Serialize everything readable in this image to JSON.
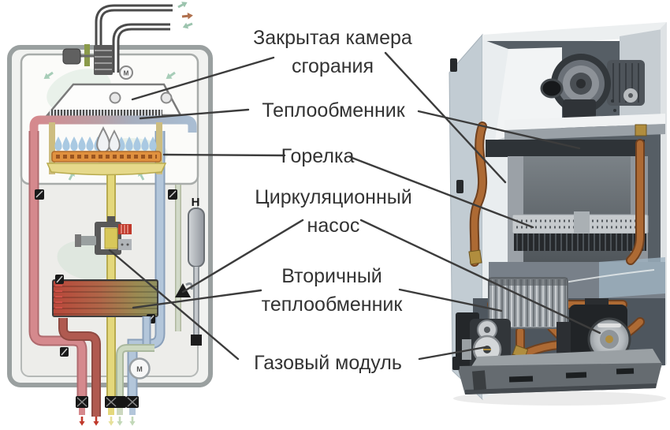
{
  "meta": {
    "title": "Схема устройства газового котла",
    "language": "ru",
    "figure_type": "annotated diagram + photo cutaway of wall-hung gas boiler"
  },
  "labels": [
    {
      "id": "combustion-chamber",
      "text": "Закрытая камера\nсгорания"
    },
    {
      "id": "heat-exchanger",
      "text": "Теплообменник"
    },
    {
      "id": "burner",
      "text": "Горелка"
    },
    {
      "id": "circulation-pump",
      "text": "Циркуляционный\nнасос"
    },
    {
      "id": "secondary-heat-exchanger",
      "text": "Вторичный\nтеплообменник"
    },
    {
      "id": "gas-module",
      "text": "Газовый модуль"
    }
  ],
  "schematic": {
    "marks": {
      "motor_top": "M",
      "motor_pump": "M",
      "fitting": "H"
    },
    "colors": {
      "hot_water_pipe": "#d5898d",
      "return_pipe": "#b05a50",
      "cold_water_pipe": "#b3c6da",
      "gas_pipe": "#e4d87c",
      "burner_body": "#e0913f",
      "burner_flame": "#a9c9e2",
      "air_arrow": "#9cc4ae",
      "exhaust_arrow": "#b0714f",
      "casing_fill": "#f1f2f0",
      "casing_stroke": "#9aa0a0"
    }
  },
  "photo": {
    "colors": {
      "copper_pipe": "#ad6a34",
      "brass_fitting": "#b08d3e",
      "casing": "#c2ccd3",
      "chassis_dark": "#4e565e"
    }
  },
  "annotation": {
    "line_color": "#3c3c3c",
    "text_color": "#333333"
  }
}
